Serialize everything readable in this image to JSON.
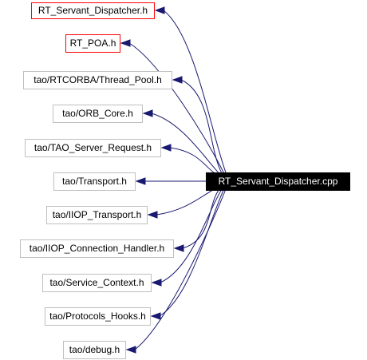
{
  "diagram": {
    "root": {
      "label": "RT_Servant_Dispatcher.cpp",
      "fill": "#000000",
      "text_color": "#ffffff"
    },
    "includes": [
      {
        "label": "RT_Servant_Dispatcher.h",
        "documented": true
      },
      {
        "label": "RT_POA.h",
        "documented": true
      },
      {
        "label": "tao/RTCORBA/Thread_Pool.h",
        "documented": false
      },
      {
        "label": "tao/ORB_Core.h",
        "documented": false
      },
      {
        "label": "tao/TAO_Server_Request.h",
        "documented": false
      },
      {
        "label": "tao/Transport.h",
        "documented": false
      },
      {
        "label": "tao/IIOP_Transport.h",
        "documented": false
      },
      {
        "label": "tao/IIOP_Connection_Handler.h",
        "documented": false
      },
      {
        "label": "tao/Service_Context.h",
        "documented": false
      },
      {
        "label": "tao/Protocols_Hooks.h",
        "documented": false
      },
      {
        "label": "tao/debug.h",
        "documented": false
      }
    ],
    "colors": {
      "documented_border": "#ff0000",
      "undocumented_border": "#bfbfbf",
      "edge": "#191970"
    }
  }
}
